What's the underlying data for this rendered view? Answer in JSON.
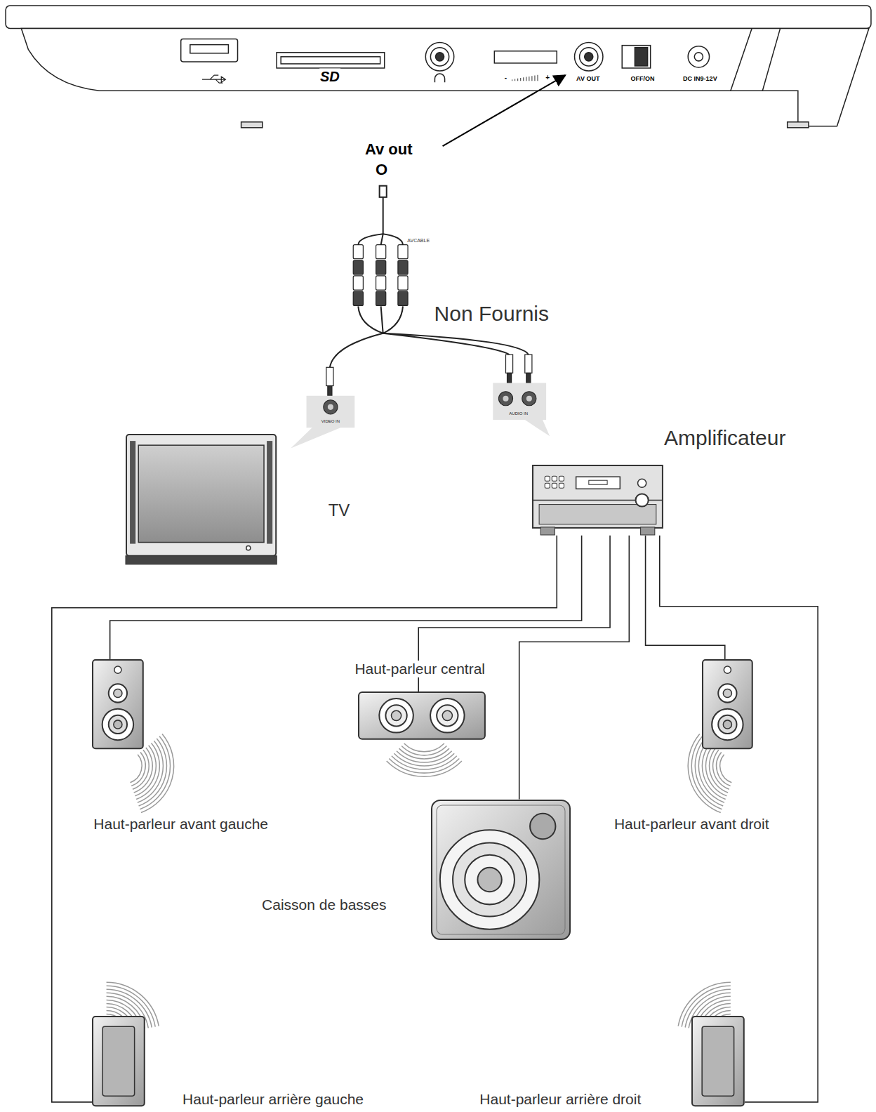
{
  "diagram": {
    "nodes": [
      {
        "text": [
          "TV"
        ]
      },
      {
        "text": [
          "Amplificateur"
        ]
      },
      {
        "text": [
          "Haut-parleur avant gauche"
        ]
      },
      {
        "text": [
          "Haut-parleur central"
        ]
      },
      {
        "text": [
          "Haut-parleur avant droit"
        ]
      },
      {
        "text": [
          "Caisson de basses"
        ]
      },
      {
        "text": [
          "Haut-parleur arrière gauche"
        ]
      },
      {
        "text": [
          "Haut-parleur arrière droit"
        ]
      }
    ],
    "edges": [
      {
        "from": 1,
        "to": 2,
        "arrow": "none"
      },
      {
        "from": 1,
        "to": 3,
        "arrow": "none"
      },
      {
        "from": 1,
        "to": 4,
        "arrow": "none"
      },
      {
        "from": 1,
        "to": 5,
        "arrow": "none"
      },
      {
        "from": 1,
        "to": 6,
        "arrow": "none"
      },
      {
        "from": 1,
        "to": 7,
        "arrow": "none"
      }
    ],
    "labels": [
      "SD",
      "-",
      "+",
      "AV OUT",
      "OFF/ON",
      "DC IN9-12V",
      "Av out",
      "O",
      "AVCABLE",
      "Non Fournis",
      "VIDEO IN",
      "AUDIO IN"
    ]
  }
}
